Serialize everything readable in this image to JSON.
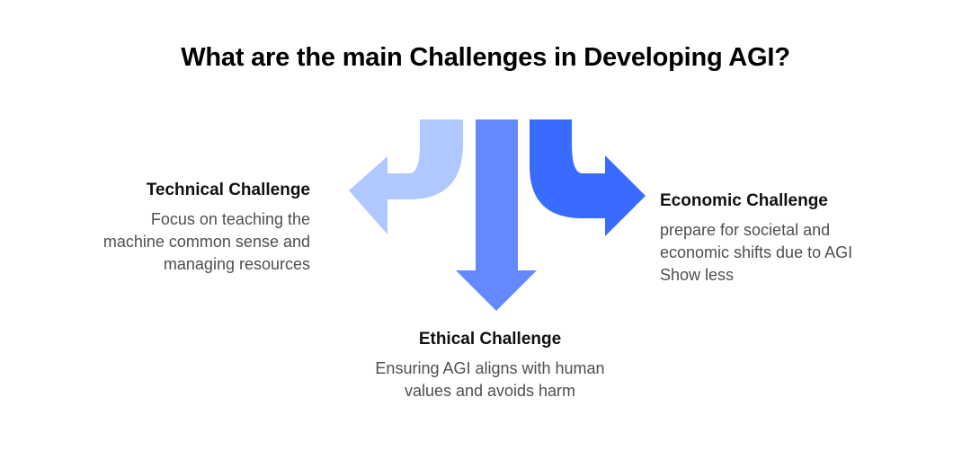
{
  "title": "What are the main Challenges in Developing AGI?",
  "colors": {
    "light_blue": "#B1C7FF",
    "medium_blue": "#6488FF",
    "dark_blue": "#3A6BFF"
  },
  "challenges": {
    "technical": {
      "heading": "Technical Challenge",
      "lines": [
        "Focus on teaching the",
        "machine common sense and",
        "managing resources"
      ]
    },
    "ethical": {
      "heading": "Ethical Challenge",
      "lines": [
        "Ensuring AGI aligns with human",
        "values and avoids harm"
      ]
    },
    "economic": {
      "heading": "Economic Challenge",
      "lines": [
        "prepare for societal and",
        "economic shifts due to AGI"
      ],
      "toggle_label": "Show less"
    }
  },
  "arrows": [
    {
      "name": "technical-arrow",
      "direction": "left",
      "color": "light_blue"
    },
    {
      "name": "ethical-arrow",
      "direction": "down",
      "color": "medium_blue"
    },
    {
      "name": "economic-arrow",
      "direction": "right",
      "color": "dark_blue"
    }
  ]
}
